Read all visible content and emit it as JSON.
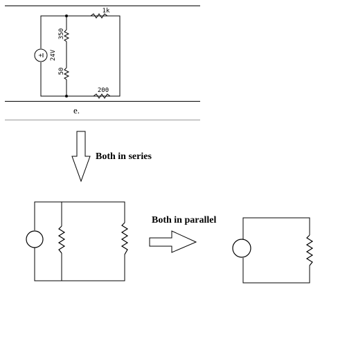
{
  "figure": {
    "part_label": "e.",
    "source_voltage": "24V",
    "resistors": {
      "r_top": "1k",
      "r_upper_left": "350",
      "r_lower_left": "50",
      "r_bottom": "200"
    },
    "arrow_down_label": "Both in series",
    "arrow_right_label": "Both in parallel"
  }
}
